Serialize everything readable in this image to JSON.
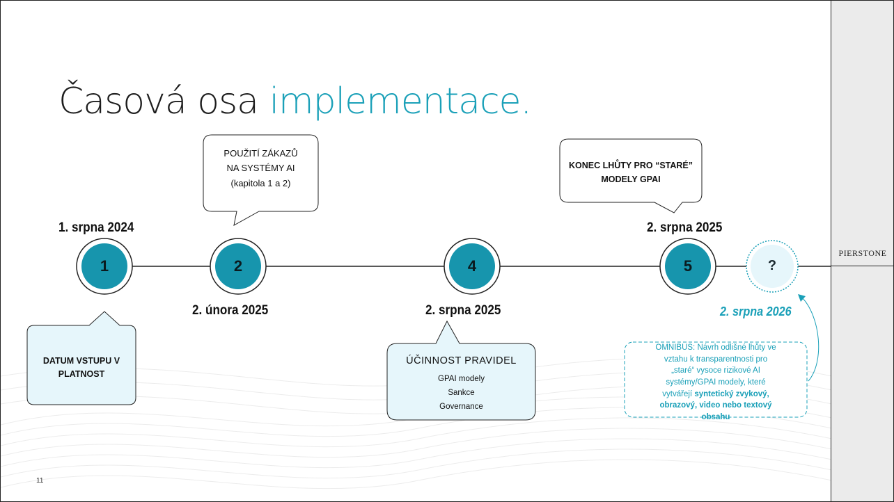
{
  "slide": {
    "title_main": "Časová osa",
    "title_accent": "implementace.",
    "page_number": "11",
    "brand": "PIERSTONE"
  },
  "nodes": [
    {
      "label": "1"
    },
    {
      "label": "2"
    },
    {
      "label": "4"
    },
    {
      "label": "5"
    },
    {
      "label": "?"
    }
  ],
  "dates": {
    "node1": "1. srpna 2024",
    "node2": "2. února 2025",
    "node4": "2. srpna 2025",
    "node5": "2. srpna 2025",
    "nodeq": "2. srpna 2026"
  },
  "callouts": {
    "entry_into_force": {
      "line1": "DATUM VSTUPU V",
      "line2": "PLATNOST"
    },
    "prohibitions": {
      "line1": "POUŽITÍ ZÁKAZŮ",
      "line2": "NA SYSTÉMY AI",
      "line3": "(kapitola 1 a 2)"
    },
    "rules_effective": {
      "heading": "ÚČINNOST PRAVIDEL",
      "item1": "GPAI modely",
      "item2": "Sankce",
      "item3": "Governance"
    },
    "old_gpai": {
      "line1": "KONEC LHŮTY PRO “STARÉ”",
      "line2": "MODELY GPAI"
    },
    "omnibus": {
      "line1": "OMNIBUS: Návrh odlišné lhůty ve",
      "line2": "vztahu k transparentnosti pro",
      "line3": "„staré“ vysoce rizikové AI",
      "line4": "systémy/GPAI modely, které",
      "line5_plain": "vytvářejí",
      "line5_bold": "syntetický zvykový,",
      "line6_bold": "obrazový, video nebo textový",
      "line7_bold": "obsahu"
    }
  },
  "colors": {
    "accent": "#1aa0b8",
    "node_fill": "#1795ad",
    "callout_fill": "#e6f6fb",
    "side_panel": "#ebebeb"
  }
}
